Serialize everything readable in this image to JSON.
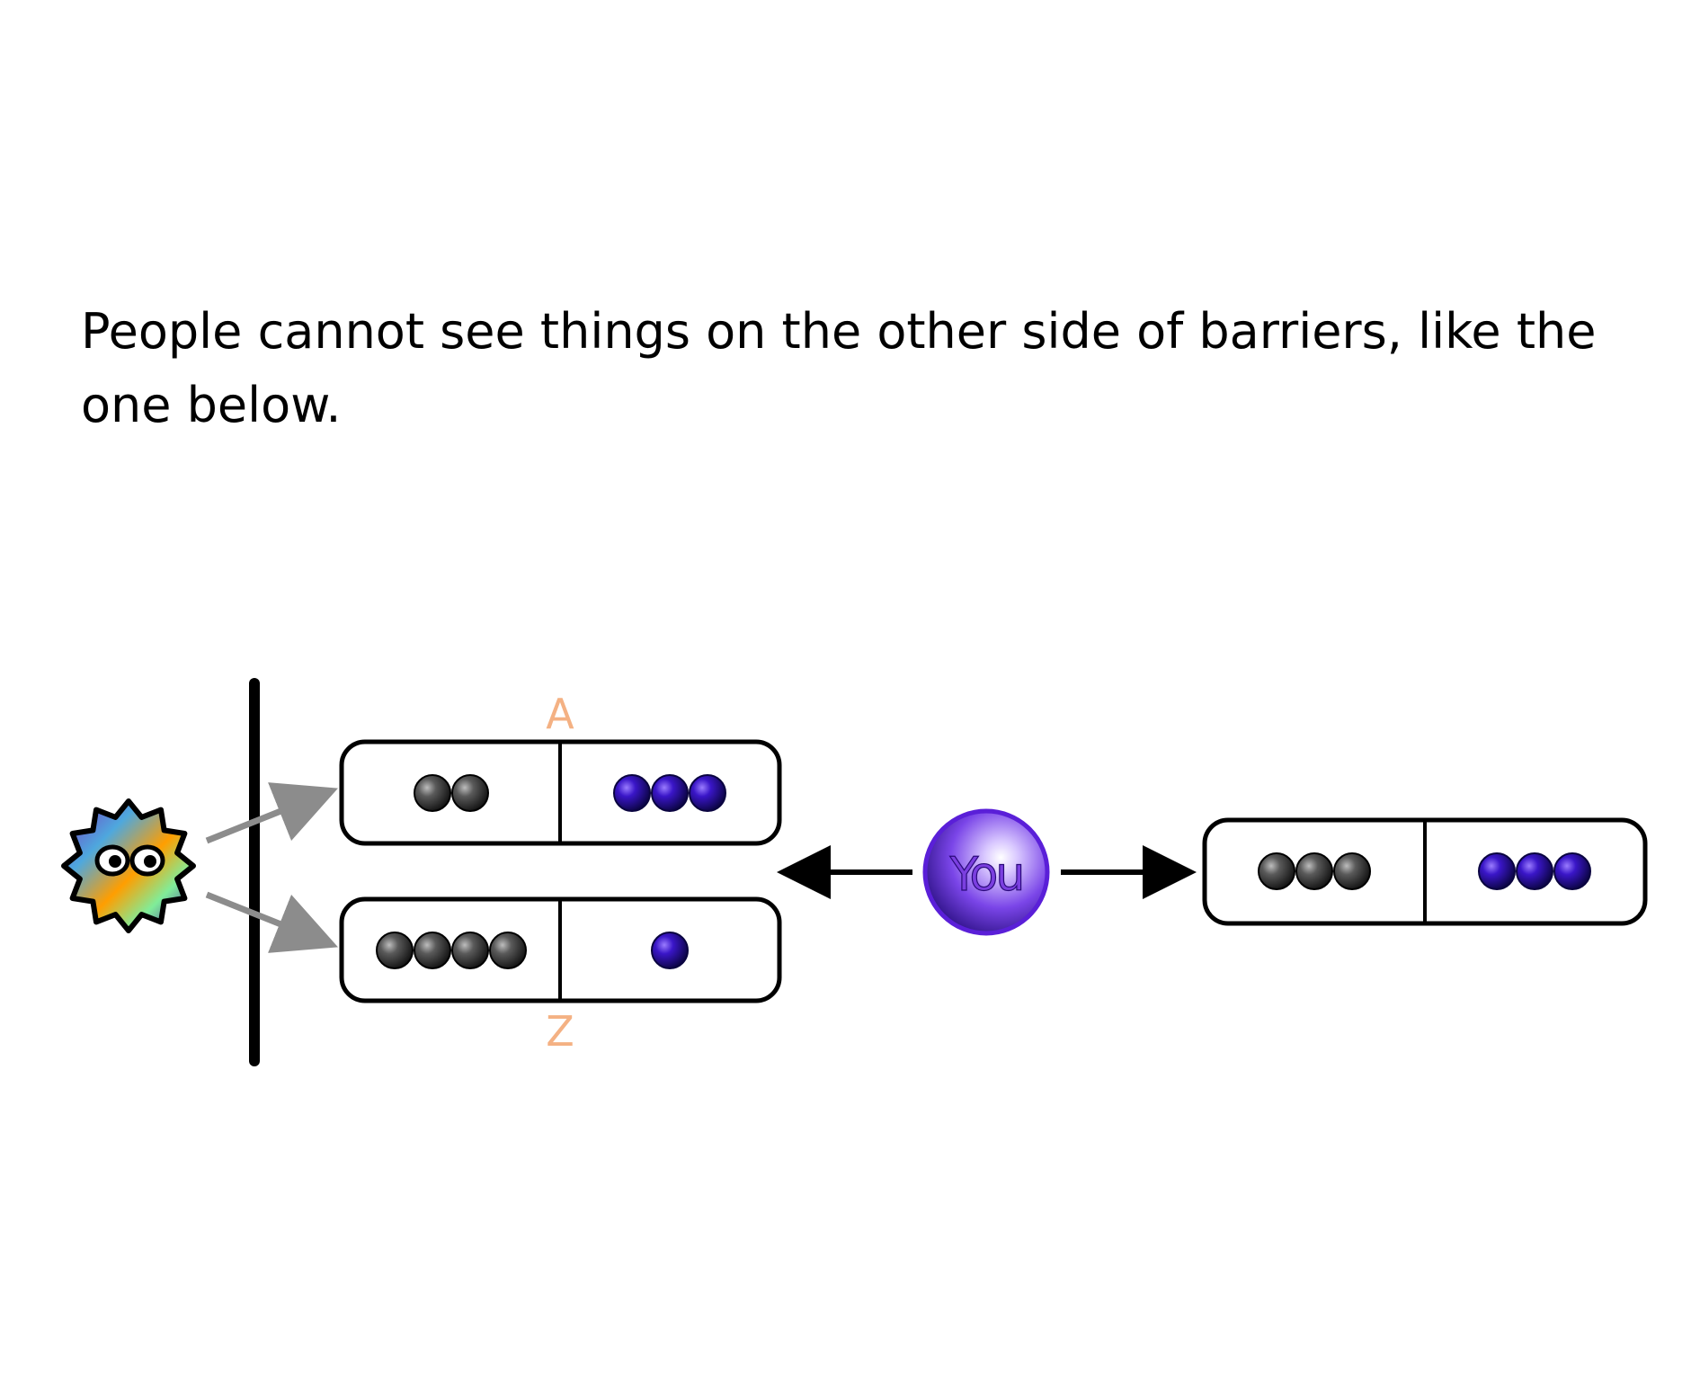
{
  "instruction": {
    "text": "People cannot see things on the other side of barriers, like the one below."
  },
  "colors": {
    "label_orange": "#f4b183",
    "dark_marble": "#3a3a3a",
    "blue_marble": "#2a10a0",
    "arrow_gray": "#8c8c8c",
    "arrow_black": "#000000"
  },
  "icons": {
    "creature": "spiky-creature-icon",
    "barrier": "barrier-wall",
    "you": "you-sphere-icon"
  },
  "boxes": [
    {
      "id": "A",
      "label": "A",
      "label_position": "top",
      "dark_count": 2,
      "blue_count": 3
    },
    {
      "id": "Z",
      "label": "Z",
      "label_position": "bottom",
      "dark_count": 4,
      "blue_count": 1
    },
    {
      "id": "right",
      "label": "",
      "label_position": "none",
      "dark_count": 3,
      "blue_count": 3
    }
  ],
  "you": {
    "label": "You"
  }
}
